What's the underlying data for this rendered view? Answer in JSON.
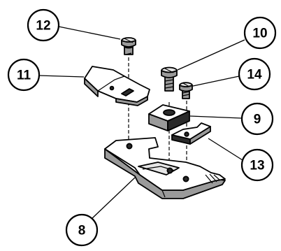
{
  "callouts": {
    "c8": "8",
    "c9": "9",
    "c10": "10",
    "c11": "11",
    "c12": "12",
    "c13": "13",
    "c14": "14"
  },
  "colors": {
    "ink": "#000000",
    "paper": "#ffffff",
    "shade": "#9a9a9a"
  }
}
